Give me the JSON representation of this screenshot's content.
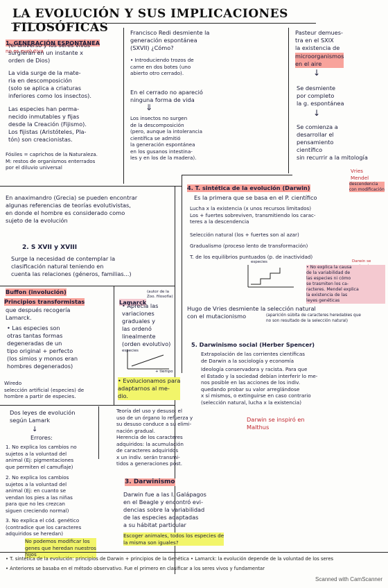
{
  "title": "LA EVOLUCIÓN Y SUS IMPLICACIONES FILOSÓFICAS",
  "col1": {
    "heading": "1. GENERACIÓN ESPONTÁNEA",
    "heading_note": "no es evolutiva",
    "p1": "(el universo y los seres vivos\nsurgieran en un instante x\norden de Dios)",
    "p2": "La vida surge de la mate-\nria en descomposición\n(solo se aplica a criaturas\ninferiores como los insectos).",
    "p3": "Las especies han perma-\nnecido inmutables y fijas\ndesde la Creación (Fijismo).\nLos fijistas (Aristóteles, Pla-\ntón) son creacionistas.",
    "p4": "Fósiles = caprichos de la Naturaleza.\nM: restos de organismos enterrados\npor el diluvio universal"
  },
  "col2": {
    "p1": "Francisco Redi desmiente la\ngeneración espontánea\n(SXVII) ¿Cómo?",
    "p2": "• Introduciendo trozos de\ncarne en dos botes (uno\nabierto otro cerrado).",
    "p3": "En el cerrado no apareció\nninguna forma de vida",
    "p4": "Los insectos no surgen\nde la descomposición\n(pero, aunque la intolerancia\ncientífica se admitió\nla generación espontánea\nen los gusanos intestina-\nles y en los de la madera)."
  },
  "col3": {
    "p1": "Pasteur demues-\ntra en el SXIX\nla existencia de",
    "p1_hl": "microorganismos\nen el aire",
    "p2": "Se desmiente\npor completo\nla g. espontánea",
    "p3": "Se comienza a\ndesarrollar el\npensamiento\ncientífico\nsin recurrir a la mitología"
  },
  "mid_left": {
    "p1": "En anaximandro (Grecia) se pueden encontrar\nalgunas referencias de teorías evolutivistas,\nen donde el hombre es considerado como\nsujeto de la evolución",
    "h2": "2. S XVII y XVIII",
    "p2": "Surge la necesidad de contemplar la\nclasificación natural teniendo en\ncuenta las relaciones (géneros, familias...)"
  },
  "buffon": {
    "heading": "Buffon (involución)",
    "sub": "Principios transformistas",
    "sub2": "que después recogería\nLamarck.",
    "p": "• Las especies son\notras tantas formas\ndegeneradas de un\ntipo original + perfecto\n(los simios y monos eran\nhombres degenerados)",
    "note": "Wiredo\nselección artificial (especies) de\nhombre a partir de especies."
  },
  "lamarck": {
    "heading": "Lamarck",
    "heading_note": "(autor de la Zoo. filosofía)",
    "p": "• Aprecia las\nvariaciones\ngraduales y\nlas ordenó\nlinealmente\n(orden evolutivo)",
    "axis_y": "especies",
    "axis_x": "+ tiempo",
    "hl": "• Evolucionamos para\nadaptarnos al me-\ndio."
  },
  "two_laws": {
    "heading": "Dos leyes de evolución\nsegún Lamark",
    "errors": "Errores:",
    "e1": "1. No explica los cambios no\nsujetos a la voluntad del\nanimal (Ej: pigmentaciones\nque permiten el camuflaje)",
    "e2": "2. No explica los cambios\nsujetos a la voluntad del\nanimal (Ej: en cuanto se\nvendan los pies a las niñas\npara que no les crezcan\nsiguen creciendo normal)",
    "e3": "3. No explica el cód. genético\n(contradice que los caracteres\nadquiridos se heredan)",
    "e3_hl": "No podemos modificar los\ngenes que heredan nuestros\nhijos"
  },
  "theory": {
    "p1": "Teoría del uso y desuso: el\nuso de un órgano lo refuerza y\nsu desuso conduce a su elimi-\nnación gradual.",
    "p2": "Herencia de los caracteres\nadquiridos: la acumulación\nde caracteres adquiridos\nx un indiv. serán transmi-\ntidos a generaciones post."
  },
  "darwinismo": {
    "heading": "3. Darwinismo",
    "p": "Darwin fue a las I. Galápagos\nen el Beagle y encontró evi-\ndencias sobre la variabilidad\nde las especies adaptadas\na su hábitat particular",
    "hl": "Escoger animales, todos los especies de\nla misma son iguales?"
  },
  "synthesis": {
    "heading": "4. T. sintética de la evolución (Darwin)",
    "vries": "Vries\nMendel",
    "tag": "descendencia\ncon modificación",
    "intro": "Es la primera que se basa en el P. científico",
    "l1": "Lucha x la existencia (x unos recursos limitados)\nLos + fuertes sobreviven, transmitiendo los carac-\nteres a la descendencia",
    "l2": "Selección natural (los + fuertes son al azar)",
    "l3": "Gradualismo (proceso lento de transformación)",
    "l4": "T. de los equilibrios puntuados (p. de inactividad)",
    "graph_y": "especies",
    "graph_note": "Darwin se\nequivocó",
    "side": "• No explica la causa\nde la variabilidad de\nlas especies ni cómo\nse trasmiten los ca-\nracteres. Mendel explica\nla existencia de las\nleyes genéticas",
    "vries_line": "Hugo de Vries desmiente la selección natural\ncon el mutacionismo",
    "vries_note": "(aparición súbita de caracteres heredables que\nno son resultado de la selección natural)"
  },
  "social": {
    "heading": "5. Darwinismo social (Herber Spencer)",
    "l1": "Extrapolación de las corrientes científicas\nde Darwin a la sociología y economía",
    "l2": "Ideología conservadora y racista. Para que\nel Estado y la sociedad debían interferir lo me-\nnos posible en las acciones de los indiv.\nquedando probar su valor arreglándose\nx sí mismos, o extinguirse en caso contrario\n(selección natural, lucha x la existencia)",
    "darwin_note": "Darwin se inspiró en\nMalthus"
  },
  "footer": {
    "l1": "• T. sintética de la evolución: principios de Darwin + principios de la Genética      • Lamarck: la evolución depende de la voluntad de los seres",
    "l2": "• Anteriores se basaba en el método observativo. Fue el primero en clasificar a los seres vivos y fundamentar"
  },
  "scanner": "Scanned with CamScanner"
}
